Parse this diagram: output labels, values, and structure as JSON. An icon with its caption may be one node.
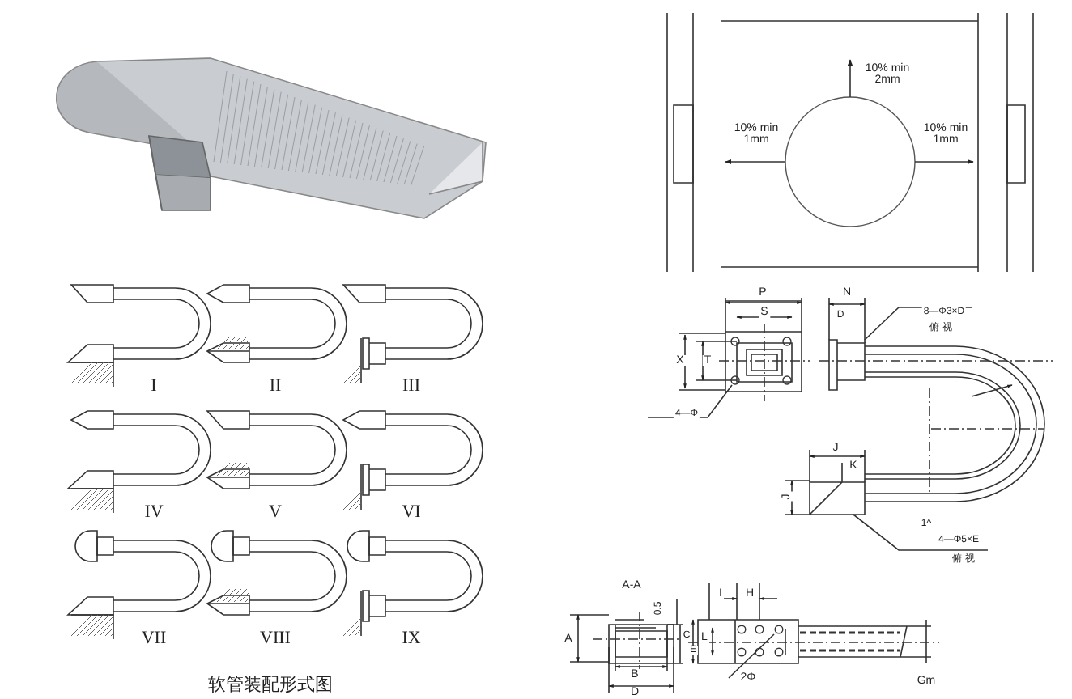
{
  "diagram": {
    "caption": "软管装配形式图",
    "labels": [
      "10% min 2mm",
      "10% min 1mm",
      "10% min 1mm",
      "P",
      "N",
      "S",
      "D",
      "8—Φ3×D",
      "俯 视",
      "X",
      "T",
      "4—Φ",
      "J",
      "K",
      "J",
      "1^",
      "4—Φ5×E",
      "俯 视",
      "A-A",
      "0.5",
      "I",
      "H",
      "A",
      "C",
      "E",
      "L",
      "B",
      "D",
      "2Φ",
      "Gm",
      "I",
      "II",
      "III",
      "IV",
      "V",
      "VI",
      "VII",
      "VIII",
      "IX"
    ]
  }
}
